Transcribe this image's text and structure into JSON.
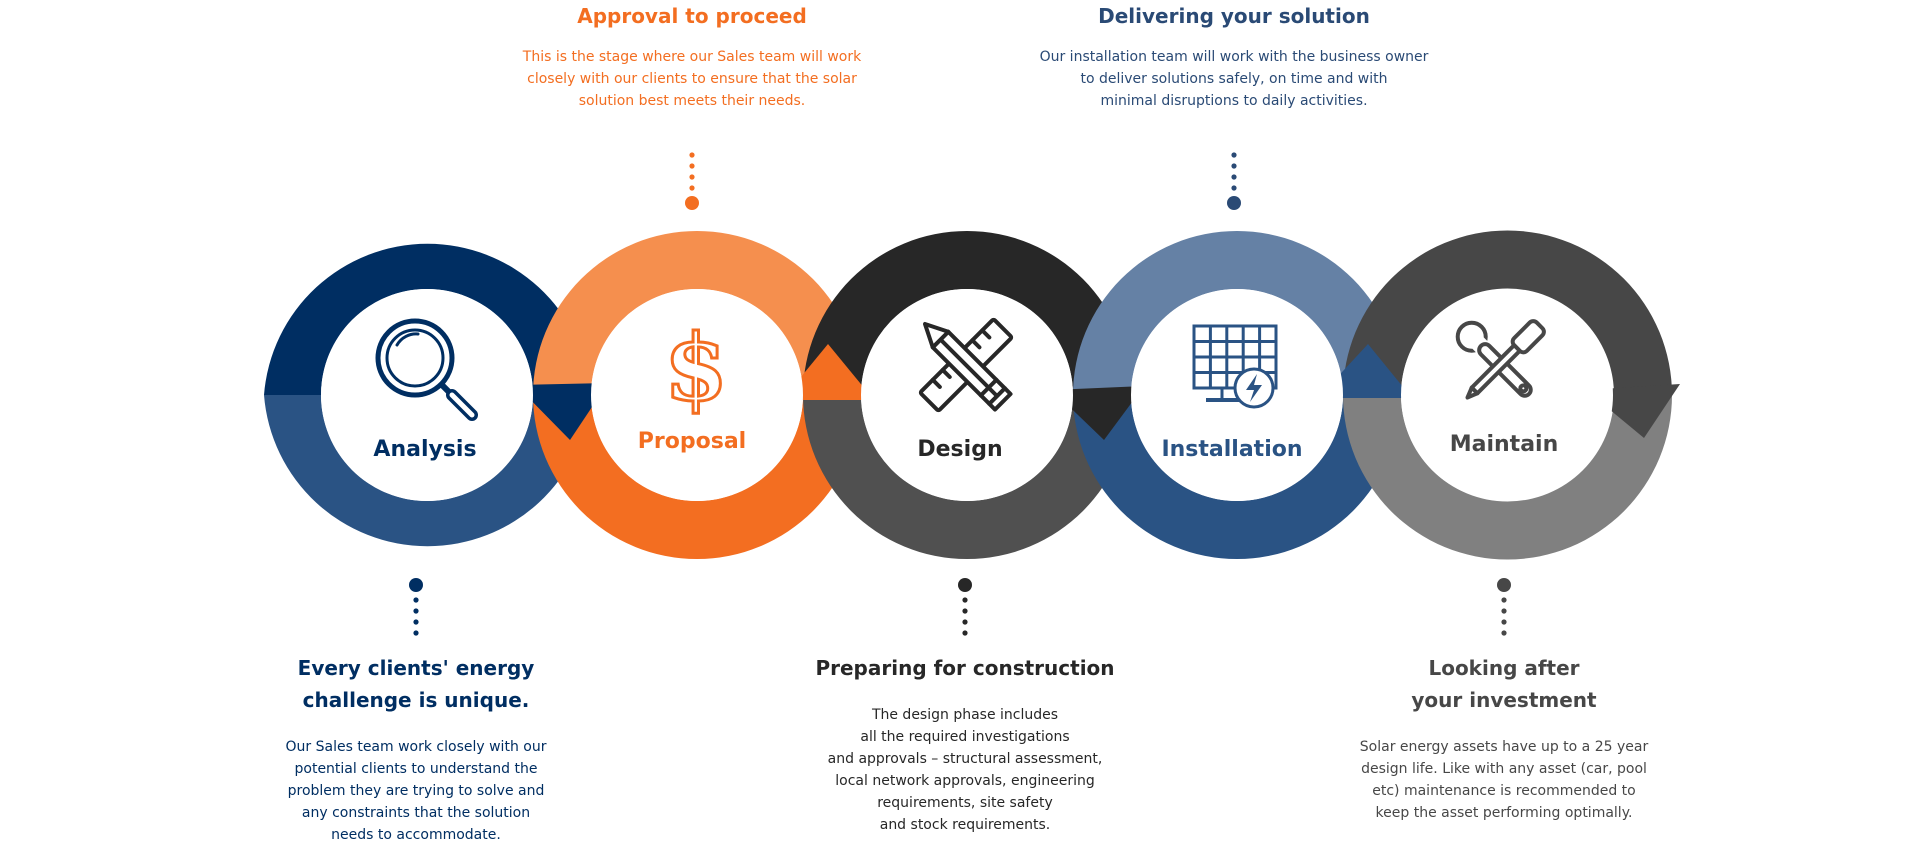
{
  "colors": {
    "navy": "#002e62",
    "blue": "#2a5384",
    "orange": "#f36e21",
    "orange_light": "#f58f4e",
    "charcoal": "#272727",
    "charcoal_mid": "#505050",
    "slate": "#6581a5",
    "grey_dark": "#474747",
    "grey": "#808080",
    "delivery_text": "#2a4a75",
    "maintain_text": "#474747"
  },
  "stages": [
    {
      "id": "analysis",
      "label": "Analysis",
      "icon": "magnifier-icon"
    },
    {
      "id": "proposal",
      "label": "Proposal",
      "icon": "dollar-icon"
    },
    {
      "id": "design",
      "label": "Design",
      "icon": "pencil-ruler-icon"
    },
    {
      "id": "installation",
      "label": "Installation",
      "icon": "solar-panel-icon"
    },
    {
      "id": "maintain",
      "label": "Maintain",
      "icon": "wrench-screwdriver-icon"
    }
  ],
  "callouts": {
    "approval": {
      "title": "Approval to proceed",
      "body": "This is the stage where our Sales team will work\nclosely with our clients to ensure that the solar\nsolution best meets their needs."
    },
    "delivering": {
      "title": "Delivering your solution",
      "body": "Our installation team will work with the business owner\nto deliver solutions safely, on time and with\nminimal disruptions to daily activities."
    },
    "challenge": {
      "title": "Every clients' energy\nchallenge is unique.",
      "body": "Our Sales team work closely with our\npotential clients to understand the\nproblem they are trying to solve and\nany constraints that the solution\nneeds to accommodate."
    },
    "construction": {
      "title": "Preparing for construction",
      "body": "The design phase includes\nall the required investigations\nand approvals – structural assessment,\nlocal network approvals, engineering\nrequirements, site safety\nand stock requirements."
    },
    "investment": {
      "title": "Looking after\nyour investment",
      "body": "Solar energy assets have up to a 25 year\ndesign life. Like with any asset (car, pool\netc) maintenance is recommended to\nkeep the asset performing optimally."
    }
  }
}
